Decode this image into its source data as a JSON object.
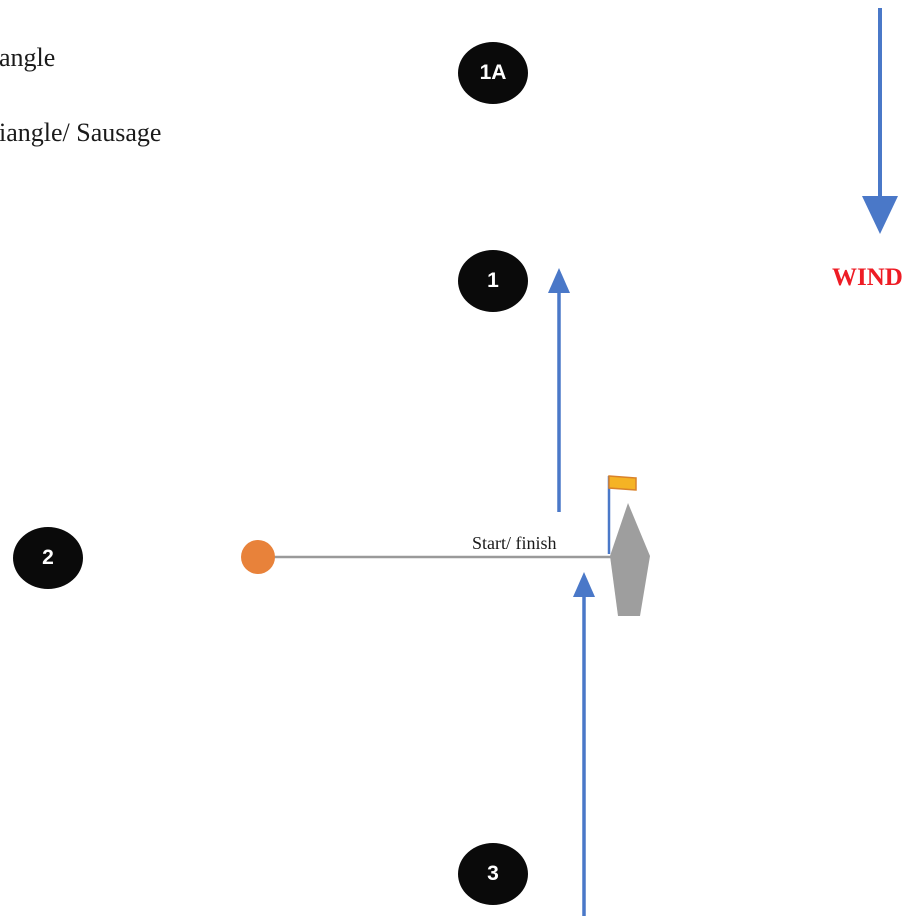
{
  "legend": {
    "line1": "angle",
    "line2": "iangle/ Sausage"
  },
  "marks": {
    "mark_1a": "1A",
    "mark_1": "1",
    "mark_2": "2",
    "mark_3": "3"
  },
  "wind": {
    "label": "WIND",
    "color": "#ee1c25"
  },
  "start_line": {
    "label": "Start/ finish",
    "pin_color": "#e8823a",
    "committee_boat_color": "#9e9e9e",
    "flag_color": "#f5b324"
  },
  "colors": {
    "arrow": "#4a78c8",
    "mark": "#0a0a0a",
    "line": "#9a9a9a"
  }
}
